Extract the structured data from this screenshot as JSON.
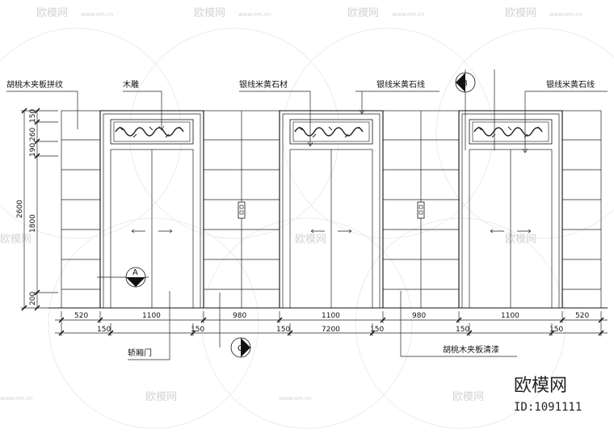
{
  "labels": {
    "walnut_panel_pattern": "胡桃木夹板拼纹",
    "wood_carving": "木雕",
    "silver_beige_stone": "银线米黄石材",
    "silver_beige_line_1": "银线米黄石线",
    "silver_beige_line_2": "银线米黄石线",
    "car_door": "轿厢门",
    "walnut_clear_lacquer": "胡桃木夹板清漆"
  },
  "section_marks": {
    "a": "A",
    "b": "B",
    "c": "C"
  },
  "vertical_dims": {
    "outer_total": "2600",
    "segments": [
      "150",
      "260",
      "190",
      "1800",
      "200"
    ]
  },
  "horizontal_dims": {
    "row1": [
      "520",
      "1100",
      "980",
      "1100",
      "980",
      "1100",
      "520"
    ],
    "row2": [
      "150",
      "150",
      "150",
      "150",
      "150",
      "150"
    ],
    "total": "7200"
  },
  "watermark": {
    "text": "欧模网",
    "domain": "www.om.cn"
  },
  "logo": {
    "name": "欧模网",
    "id": "ID:1091111"
  }
}
